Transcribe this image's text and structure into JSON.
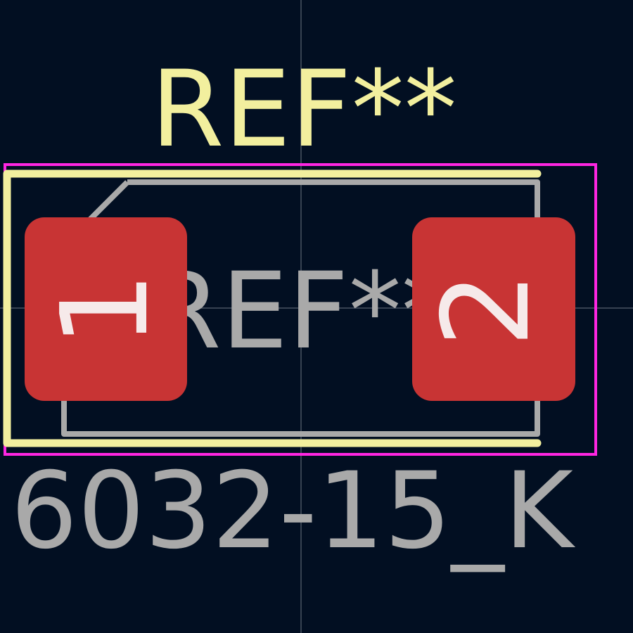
{
  "footprint": {
    "reference_silkscreen": "REF**",
    "reference_fab": "REF**",
    "value_text": "6032-15_K",
    "pads": [
      {
        "number": "1"
      },
      {
        "number": "2"
      }
    ]
  },
  "colors": {
    "background": "#020f22",
    "silkscreen": "#f2ef9e",
    "fabrication": "#a9a9a9",
    "courtyard": "#ff26e2",
    "pad": "#c83434",
    "pad_number": "#f6eaea",
    "crosshair": "#9aa0aa"
  }
}
